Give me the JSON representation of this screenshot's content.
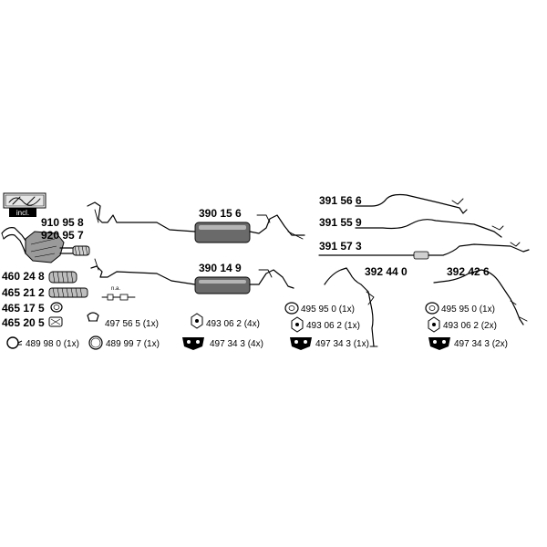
{
  "colors": {
    "ink": "#000000",
    "muffler_dark": "#4a4a4a",
    "muffler_light": "#c8c8c8",
    "background": "#ffffff"
  },
  "kit": {
    "incl_label": "incl."
  },
  "cat_converter_numbers": [
    "910 95 8",
    "920 95 7"
  ],
  "flex_pipes": [
    {
      "number": "460 24 8",
      "icon": "flex-pipe-icon"
    },
    {
      "number": "465 21 2",
      "icon": "flex-pipe-icon"
    },
    {
      "number": "465 17 5",
      "icon": "gasket-ring-icon"
    },
    {
      "number": "465 20 5",
      "icon": "gasket-ring-icon"
    }
  ],
  "mufflers": [
    {
      "number": "390 15 6"
    },
    {
      "number": "390 14 9"
    }
  ],
  "front_pipes_note": "n.a.",
  "left_accessories": [
    {
      "icon": "clamp-icon",
      "text": "497 56 5 (1x)"
    },
    {
      "icon": "mounting-ring-icon",
      "text": "493 06 2 (4x)"
    },
    {
      "icon": "ring-clamp-icon",
      "text": "489 98 0 (1x)"
    },
    {
      "icon": "flat-ring-icon",
      "text": "489 99 7 (1x)"
    },
    {
      "icon": "rubber-mount-icon",
      "text": "497 34 3 (4x)"
    }
  ],
  "tail_pipes": [
    {
      "number": "391 56 6"
    },
    {
      "number": "391 55 9"
    },
    {
      "number": "391 57 3"
    }
  ],
  "vertical_pipes": [
    {
      "number": "392 44 0",
      "accessories": [
        {
          "icon": "hanger-icon",
          "text": "495 95 0 (1x)"
        },
        {
          "icon": "mounting-ring-icon",
          "text": "493 06 2 (1x)"
        },
        {
          "icon": "rubber-mount-icon",
          "text": "497 34 3  (1x)"
        }
      ]
    },
    {
      "number": "392 42 6",
      "accessories": [
        {
          "icon": "hanger-icon",
          "text": "495 95 0 (1x)"
        },
        {
          "icon": "mounting-ring-icon",
          "text": "493 06 2 (2x)"
        },
        {
          "icon": "rubber-mount-icon",
          "text": "497 34 3  (2x)"
        }
      ]
    }
  ]
}
